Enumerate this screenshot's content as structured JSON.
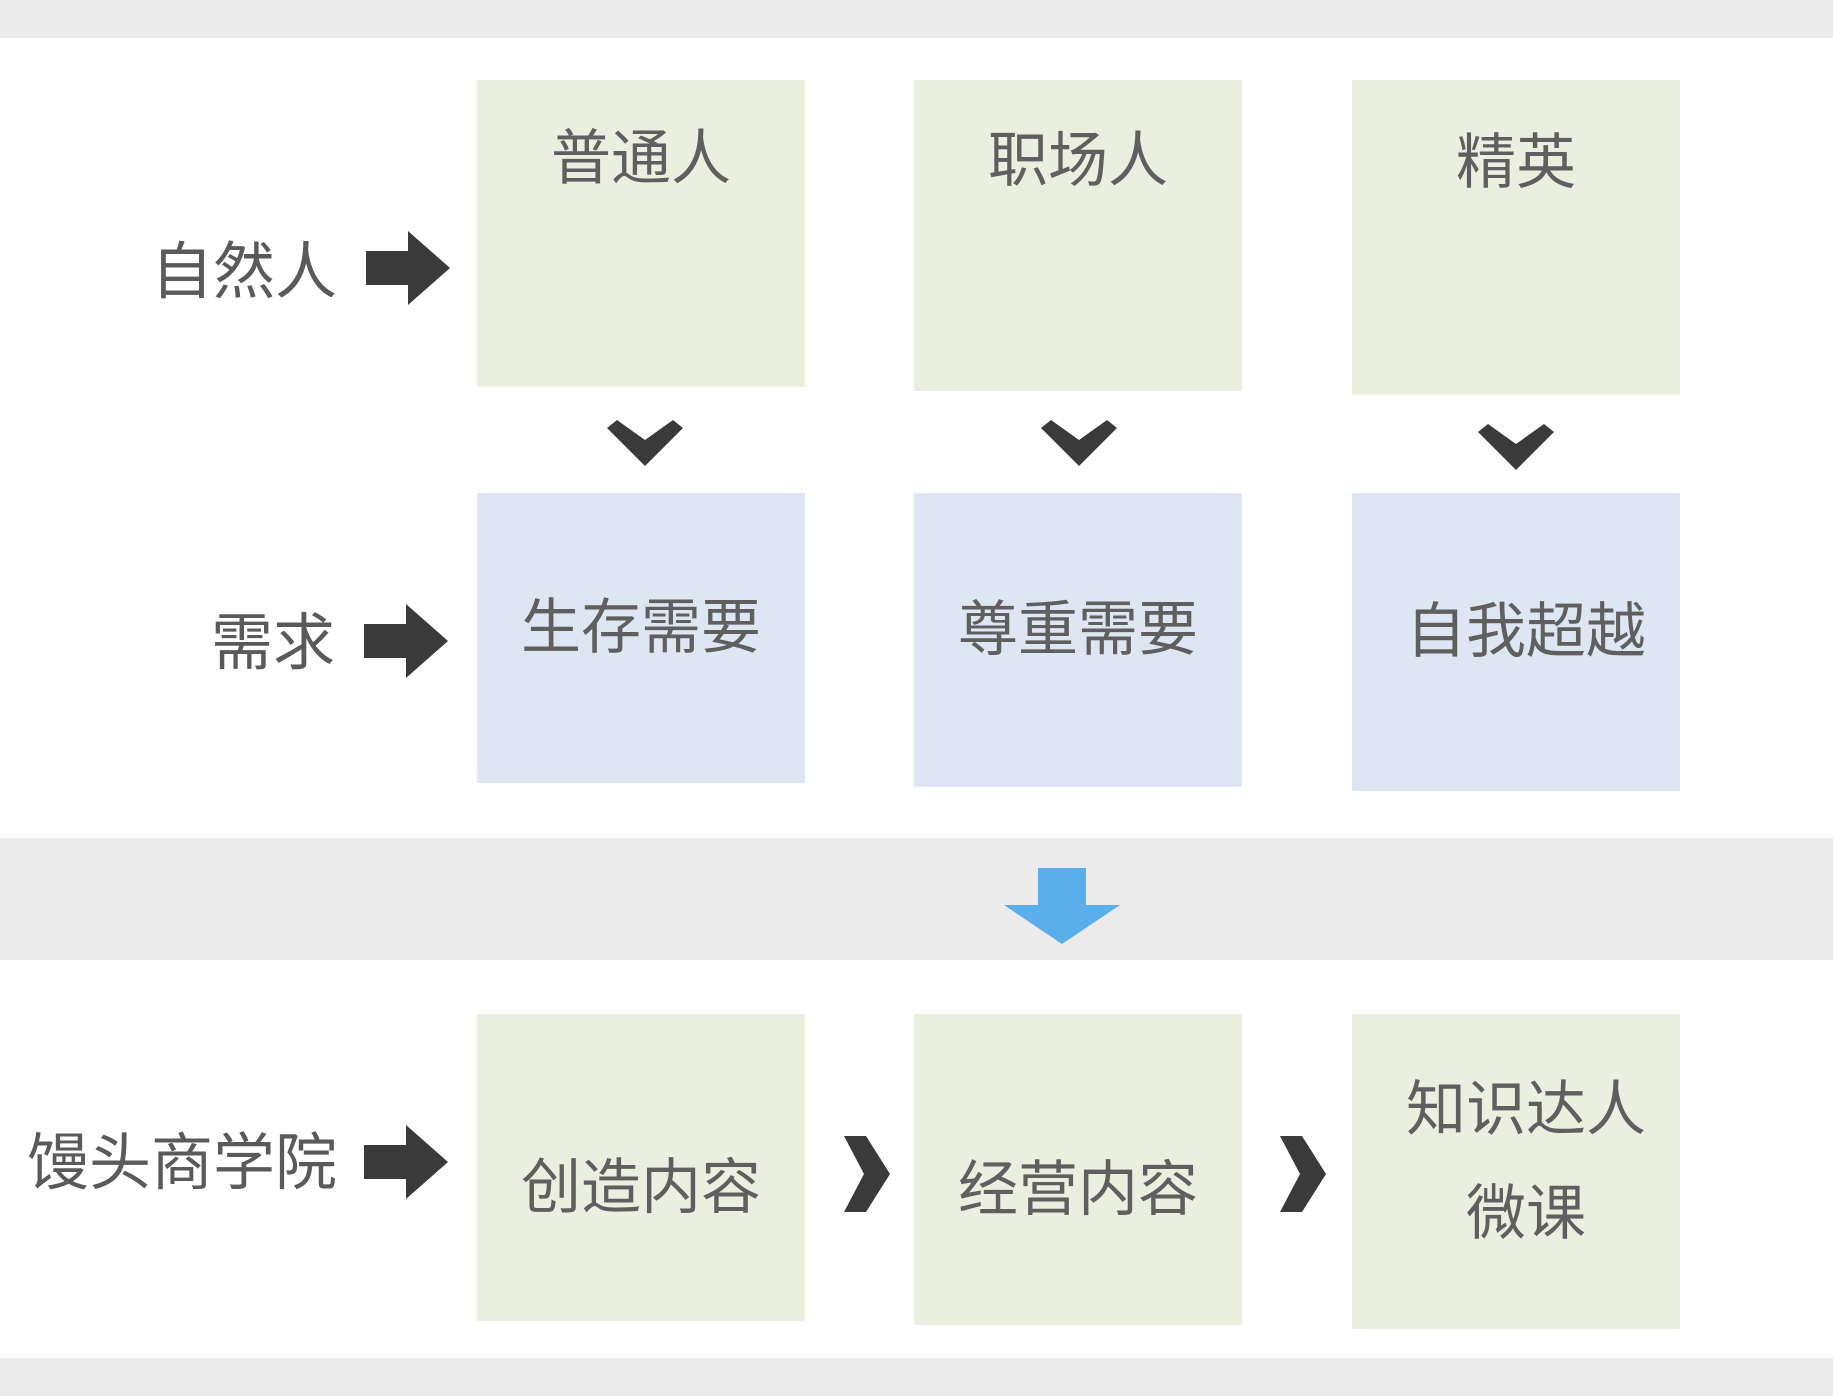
{
  "colors": {
    "band": "#ebebeb",
    "green_box": "#ebefdf",
    "blue_box": "#dde6f2",
    "dark_arrow": "#3a3a3a",
    "blue_arrow": "#5aaeea"
  },
  "rows": {
    "person": {
      "label": "自然人",
      "boxes": [
        "普通人",
        "职场人",
        "精英"
      ]
    },
    "needs": {
      "label": "需求",
      "boxes": [
        "生存需要",
        "尊重需要",
        "自我超越"
      ]
    },
    "school": {
      "label": "馒头商学院",
      "boxes": [
        "创造内容",
        "经营内容"
      ],
      "final_box": {
        "line1": "知识达人",
        "line2": "微课"
      }
    }
  },
  "icons": {
    "row_arrow": "right-arrow-icon",
    "down_chevron": "chevron-down-icon",
    "right_chevron": "chevron-right-icon",
    "big_down_arrow": "down-arrow-icon"
  }
}
